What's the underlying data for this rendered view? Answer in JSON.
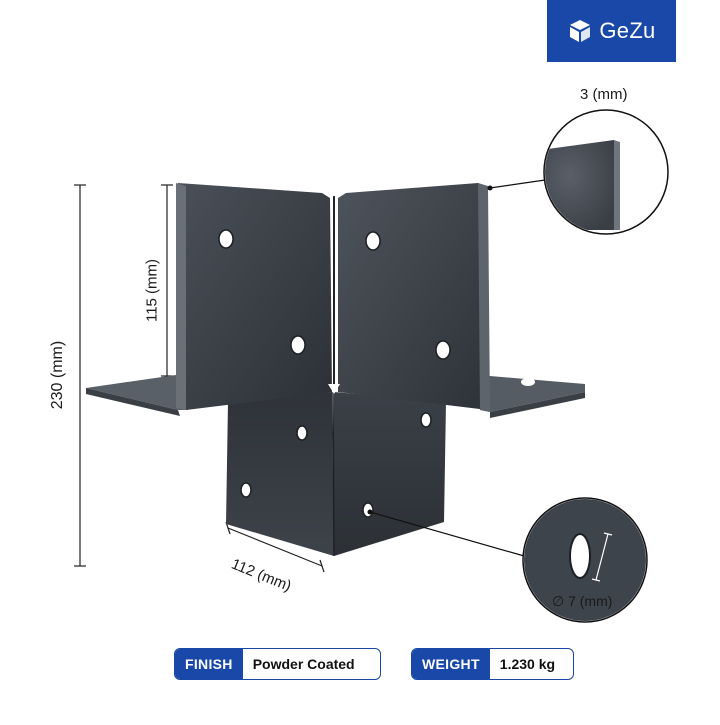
{
  "brand": {
    "name": "GeZu",
    "logo_icon": "cube-logo-icon",
    "color": "#1948a8"
  },
  "product": {
    "finish_color": "#3a4048"
  },
  "dimensions": {
    "total_height": "230 (mm)",
    "upper_height": "115 (mm)",
    "width": "112 (mm)",
    "thickness": "3 (mm)",
    "hole_diameter": "∅ 7 (mm)"
  },
  "specs": {
    "finish_label": "FINISH",
    "finish_value": "Powder Coated",
    "weight_label": "WEIGHT",
    "weight_value": "1.230 kg"
  }
}
